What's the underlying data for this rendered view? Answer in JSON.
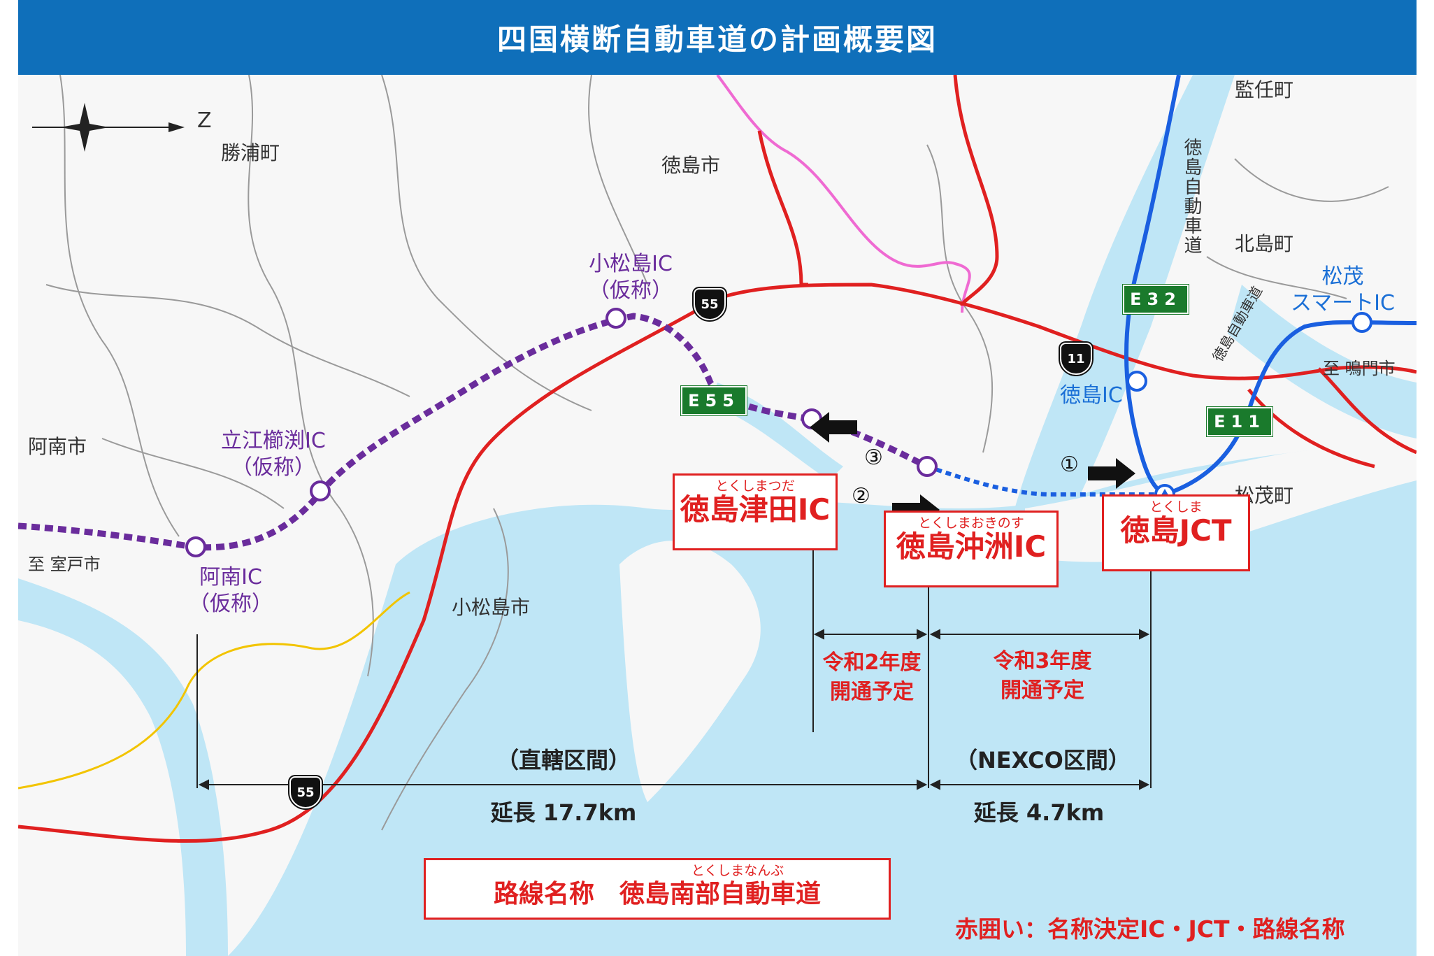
{
  "title": "四国横断自動車道の計画概要図",
  "compass_label": "Z",
  "places": {
    "katsuura": "勝浦町",
    "tokushima_city": "徳島市",
    "kanjo": "監任町",
    "kitajima": "北島町",
    "anan_city": "阿南市",
    "komatsushima_city": "小松島市",
    "matsushige_town": "松茂町",
    "to_muroto": "至 室戸市",
    "to_naruto": "至 鳴門市",
    "tokushima_expressway_vertical": "徳島自動車道",
    "tokushima_expressway_diag": "徳島自動車道"
  },
  "interchanges": {
    "komatsushima_ic": "小松島IC\n（仮称）",
    "tatsue_ic": "立江櫛渕IC\n（仮称）",
    "anan_ic": "阿南IC\n（仮称）",
    "tokushima_ic": "徳島IC",
    "matsushige_ic": "松茂\nスマートIC"
  },
  "shields": {
    "e55": "E55",
    "e32": "E32",
    "e11": "E11",
    "route55_upper": "55",
    "route55_lower": "55",
    "route11": "11"
  },
  "named_boxes": {
    "tsuda": {
      "ruby": "とくしまつだ",
      "name": "徳島津田IC"
    },
    "okinosu": {
      "ruby": "とくしまおきのす",
      "name": "徳島沖洲IC"
    },
    "jct": {
      "ruby": "とくしま",
      "name": "徳島JCT"
    },
    "route": {
      "ruby": "とくしまなんぶ",
      "name": "路線名称　徳島南部自動車道"
    }
  },
  "markers": {
    "m1": "①",
    "m2": "②",
    "m3": "③"
  },
  "openings": {
    "r2": "令和2年度\n開通予定",
    "r3": "令和3年度\n開通予定"
  },
  "sections": {
    "direct": {
      "label": "（直轄区間）",
      "length": "延長 17.7km"
    },
    "nexco": {
      "label": "（NEXCO区間）",
      "length": "延長 4.7km"
    }
  },
  "legend_note": "赤囲い：名称決定IC・JCT・路線名称",
  "colors": {
    "banner": "#0f6fba",
    "water": "#bfe6f6",
    "national_road": "#e02020",
    "planned_expressway": "#6a2c9c",
    "expressway": "#1a5fe0",
    "sign_green": "#1a7a2c"
  }
}
